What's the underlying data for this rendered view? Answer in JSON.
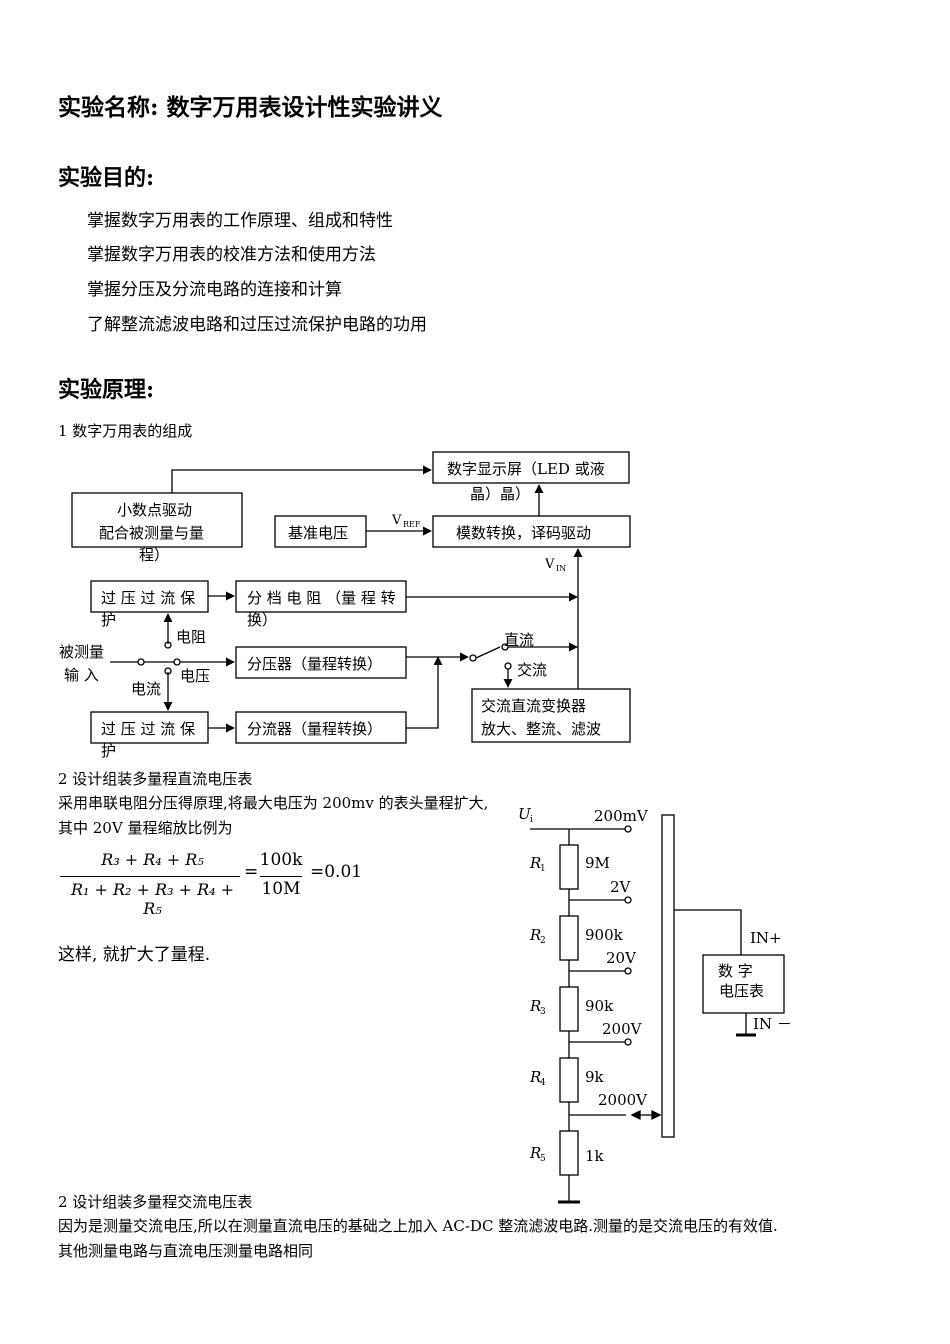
{
  "title": "实验名称: 数字万用表设计性实验讲义",
  "purpose": {
    "heading": "实验目的:",
    "items": [
      "掌握数字万用表的工作原理、组成和特性",
      "掌握数字万用表的校准方法和使用方法",
      "掌握分压及分流电路的连接和计算",
      "了解整流滤波电路和过压过流保护电路的功用"
    ]
  },
  "principle": {
    "heading": "实验原理:",
    "sub1": "1 数字万用表的组成",
    "block": {
      "display": [
        "数字显示屏（LED 或液",
        "晶）晶）"
      ],
      "decimal": [
        "小数点驱动",
        "配合被测量与量",
        "程）"
      ],
      "ref": "基准电压",
      "vref": "V",
      "vref_sub": "REF",
      "adc": "模数转换，译码驱动",
      "vin": "V",
      "vin_sub": "IN",
      "protect1": [
        "过 压 过 流 保",
        "护"
      ],
      "shunt_res": [
        "分 档 电 阻  （量 程 转",
        "换）"
      ],
      "input": [
        "被测量",
        "输  入"
      ],
      "resistance": "电阻",
      "voltage": "电压",
      "current": "电流",
      "divider": "分压器（量程转换）",
      "dc": "直流",
      "ac": "交流",
      "acdc": [
        "交流直流变换器",
        "放大、整流、滤波"
      ],
      "protect2": [
        "过 压 过 流 保",
        "护"
      ],
      "shunt": "分流器（量程转换）"
    },
    "sub2": "2 设计组装多量程直流电压表",
    "dc_text": [
      "采用串联电阻分压得原理,将最大电压为 200mv 的表头量程扩大,",
      "其中 20V 量程缩放比例为"
    ],
    "formula": {
      "num": "R₃ + R₄ + R₅",
      "den": "R₁ + R₂ + R₃ + R₄ + R₅",
      "frac_num": "100k",
      "frac_den": "10M",
      "result": "=0.01"
    },
    "conclusion": "这样, 就扩大了量程.",
    "circuit": {
      "ui": "U",
      "ui_sub": "i",
      "resistors": [
        {
          "name": "R",
          "sub": "1",
          "value": "9M"
        },
        {
          "name": "R",
          "sub": "2",
          "value": "900k"
        },
        {
          "name": "R",
          "sub": "3",
          "value": "90k"
        },
        {
          "name": "R",
          "sub": "4",
          "value": "9k"
        },
        {
          "name": "R",
          "sub": "5",
          "value": "1k"
        }
      ],
      "ranges": [
        "200mV",
        "2V",
        "20V",
        "200V",
        "2000V"
      ],
      "in_plus": "IN+",
      "meter": [
        "数    字",
        "电压表"
      ],
      "in_minus": "IN －"
    },
    "sub3": "2 设计组装多量程交流电压表",
    "ac_text": [
      "因为是测量交流电压,所以在测量直流电压的基础之上加入 AC-DC 整流滤波电路.测量的是交流电压的有效值.",
      "其他测量电路与直流电压测量电路相同"
    ]
  }
}
